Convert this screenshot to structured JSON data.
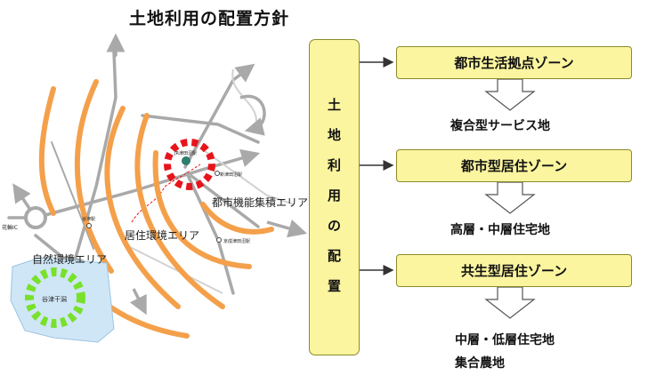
{
  "title": "土地利用の配置方針",
  "map": {
    "labels": {
      "urban_function_area": "都市機能集積エリア",
      "residential_area": "居住環境エリア",
      "nature_area": "自然環境エリア",
      "yatsu_tideland": "谷津干潟",
      "station_tsudanuma": "JR津田沼駅",
      "station_shintsudanuma": "新津田沼駅",
      "station_yatsu": "谷津駅",
      "station_keisei_tsudanuma": "京成津田沼駅",
      "interchange": "花輪IC"
    },
    "colors": {
      "orange_arcs": "#f4a04b",
      "urban_dashes": "#e8141c",
      "nature_dashes": "#78e12a",
      "tideland_fill": "#cfe6f6",
      "roads": "#a9a9a9"
    }
  },
  "land_use_box": [
    "土",
    "地",
    "利",
    "用",
    "の",
    "配",
    "置"
  ],
  "zones": [
    {
      "label": "都市生活拠点ゾーン",
      "result": [
        "複合型サービス地"
      ]
    },
    {
      "label": "都市型居住ゾーン",
      "result": [
        "高層・中層住宅地"
      ]
    },
    {
      "label": "共生型居住ゾーン",
      "result": [
        "中層・低層住宅地",
        "集合農地"
      ]
    }
  ],
  "colors": {
    "box_fill": "#fbf59f",
    "box_border": "#8a8a2a",
    "arrow": "#555555"
  }
}
